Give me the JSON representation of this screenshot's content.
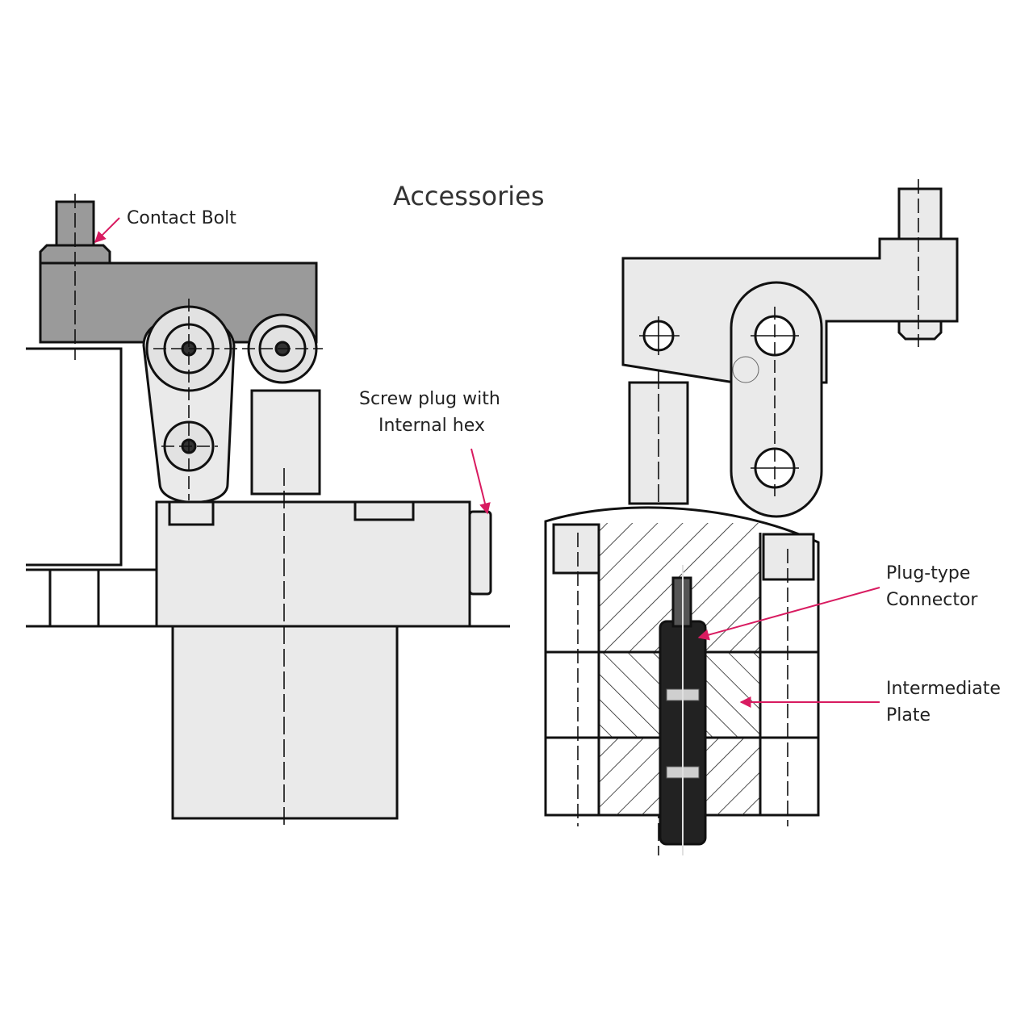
{
  "title": "Accessories",
  "labels": {
    "contact_bolt": "Contact Bolt",
    "screw_plug_line1": "Screw plug with",
    "screw_plug_line2": "Internal hex",
    "plug_type_line1": "Plug-type",
    "plug_type_line2": "Connector",
    "intermediate_line1": "Intermediate",
    "intermediate_line2": "Plate"
  },
  "colors": {
    "leader": "#d81b60",
    "part_fill": "#eaeaea",
    "dark_part_fill": "#9a9a9a",
    "outline": "#111111"
  }
}
